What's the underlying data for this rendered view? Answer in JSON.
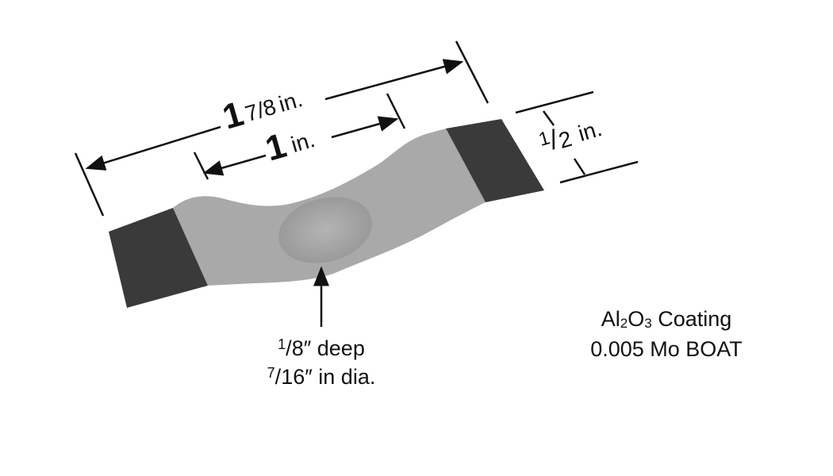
{
  "dimensions": {
    "overall_length": {
      "whole": "1",
      "fraction": "7/8",
      "unit": "in."
    },
    "center_length": {
      "whole": "1",
      "unit": "in."
    },
    "width": {
      "numerator": "1",
      "denominator": "2",
      "unit": "in."
    }
  },
  "dimple": {
    "depth_num": "1",
    "depth_den": "8",
    "depth_text": "″ deep",
    "dia_num": "7",
    "dia_den": "16",
    "dia_text": "″ in dia."
  },
  "spec": {
    "coating_al": "Al",
    "coating_2": "2",
    "coating_o": "O",
    "coating_3": "3",
    "coating_word": " Coating",
    "boat": "0.005 Mo BOAT"
  },
  "colors": {
    "tab": "#3a3a3a",
    "boat": "#a8a8a8",
    "line": "#111111"
  }
}
